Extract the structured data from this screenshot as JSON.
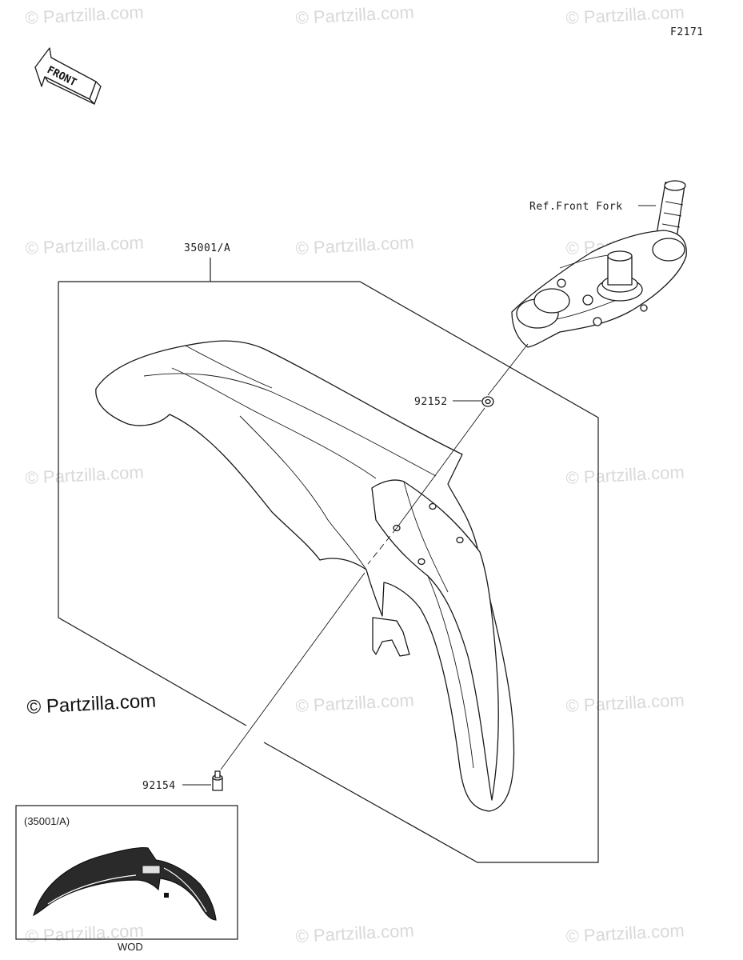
{
  "diagram_code": "F2171",
  "front_arrow_label": "FRONT",
  "watermark_text": "© Partzilla.com",
  "callouts": {
    "fender_assembly": "35001/A",
    "ref_front_fork": "Ref.Front Fork",
    "washer": "92152",
    "bolt": "92154"
  },
  "inset": {
    "title": "(35001/A)",
    "caption": "WOD"
  }
}
